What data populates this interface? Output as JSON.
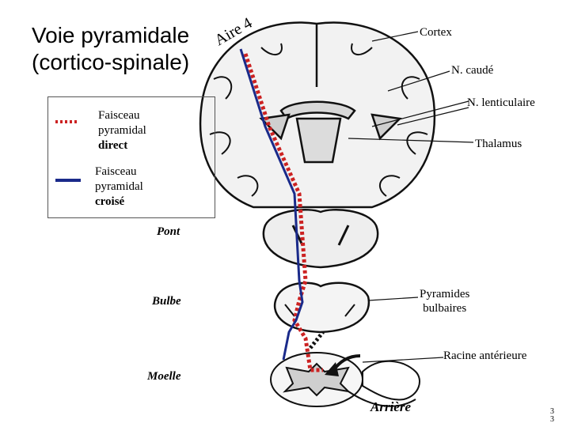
{
  "title": {
    "line1": "Voie pyramidale",
    "line2": "(cortico-spinale)"
  },
  "aire_label": "Aire 4",
  "legend": {
    "direct": {
      "line1": "Faisceau",
      "line2": "pyramidal",
      "line3": "direct"
    },
    "croise": {
      "line1": "Faisceau",
      "line2": "pyramidal",
      "line3": "croisé"
    }
  },
  "labels": {
    "cortex": "Cortex",
    "caude": "N. caudé",
    "lenticulaire": "N. lenticulaire",
    "thalamus": "Thalamus",
    "pont": "Pont",
    "bulbe": "Bulbe",
    "pyramides_line1": "Pyramides",
    "pyramides_line2": "bulbaires",
    "racine": "Racine antérieure",
    "moelle": "Moelle",
    "arriere": "Arrière"
  },
  "page_number": {
    "line1": "3",
    "line2": "3"
  },
  "colors": {
    "direct": "#cc2222",
    "croise": "#1a2a8a",
    "tissue": "#e9e9e9"
  }
}
